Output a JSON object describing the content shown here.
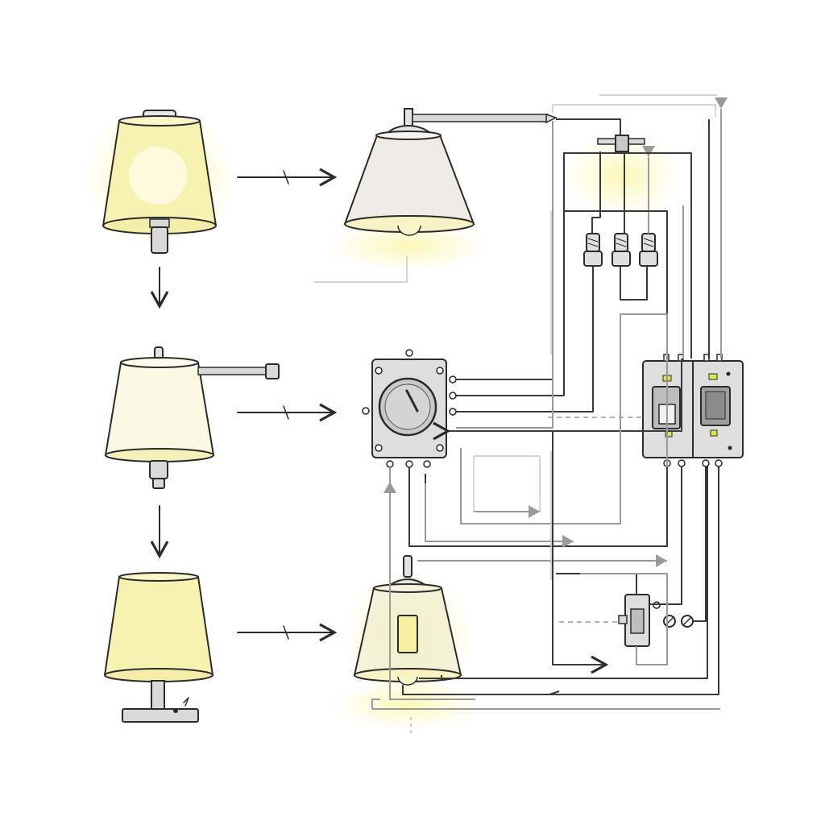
{
  "diagram": {
    "left_column": [
      {
        "kind": "glowing-lamp-shade",
        "state": "lit"
      },
      {
        "kind": "wall-arm-lamp",
        "state": "dim"
      },
      {
        "kind": "table-lamp",
        "state": "lit"
      }
    ],
    "middle_column": [
      {
        "kind": "pendant-lamp",
        "state": "lit"
      },
      {
        "kind": "rotary-dimmer-box"
      },
      {
        "kind": "lantern-lamp",
        "state": "lit"
      }
    ],
    "right_column": [
      {
        "kind": "ceiling-fixture"
      },
      {
        "kind": "wire-connectors",
        "count": 3
      },
      {
        "kind": "breaker-panel",
        "modules": 2
      },
      {
        "kind": "inline-switch"
      }
    ],
    "colors": {
      "glow": "#fbf7b4",
      "shade_lit": "#f7f2b0",
      "shade_dim": "#fbf8e4",
      "metal": "#d9d9d9",
      "ink": "#2b2b2b",
      "indicator": "#d6e84a"
    }
  }
}
